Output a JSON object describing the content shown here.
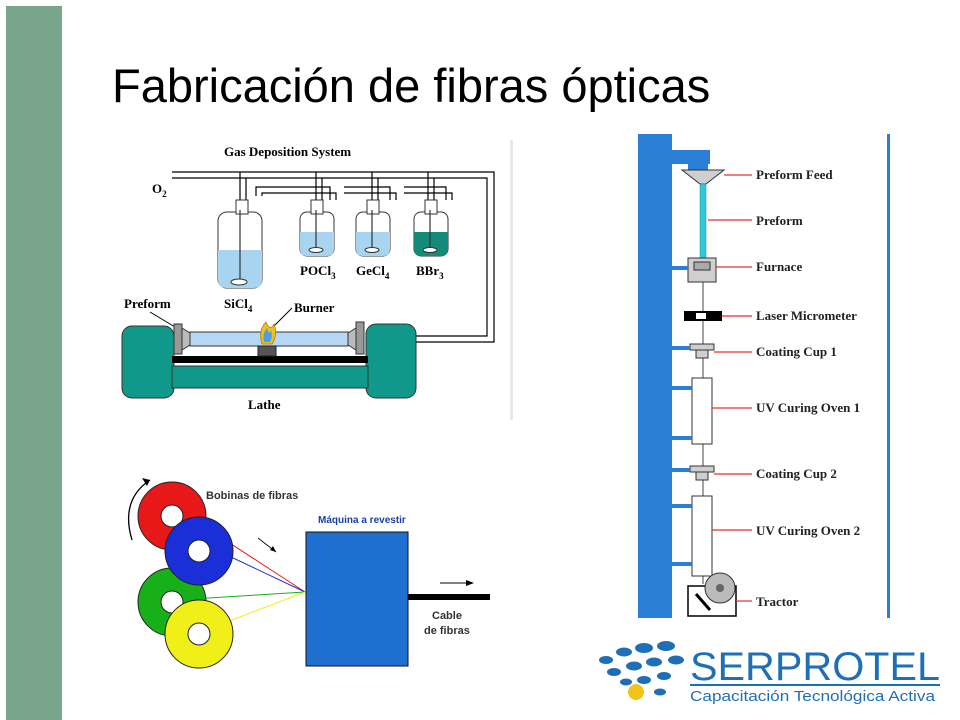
{
  "slide": {
    "title": "Fabricación de fibras ópticas"
  },
  "gas_deposition": {
    "title": "Gas Deposition System",
    "o2": {
      "main": "O",
      "sub": "2"
    },
    "bottles": [
      {
        "main": "SiCl",
        "sub": "4",
        "fill": "#a8d4f0"
      },
      {
        "main": "POCl",
        "sub": "3",
        "fill": "#a8d4f0"
      },
      {
        "main": "GeCl",
        "sub": "4",
        "fill": "#a8d4f0"
      },
      {
        "main": "BBr",
        "sub": "3",
        "fill": "#138a7a"
      }
    ],
    "preform_label": "Preform",
    "burner_label": "Burner",
    "lathe_label": "Lathe",
    "colors": {
      "lathe": "#10988a",
      "tube": "#b6d8f4",
      "rail": "#000000"
    }
  },
  "draw_tower": {
    "labels": [
      "Preform Feed",
      "Preform",
      "Furnace",
      "Laser Micrometer",
      "Coating Cup 1",
      "UV Curing Oven 1",
      "Coating Cup 2",
      "UV Curing Oven 2",
      "Tractor"
    ],
    "colors": {
      "tower": "#2a7fd4",
      "leader": "#e03030"
    }
  },
  "cabling": {
    "spools_label": "Bobinas de fibras",
    "machine_label": "Máquina a revestir",
    "cable_label_line1": "Cable",
    "cable_label_line2": "de fibras",
    "spool_colors": [
      "#e81818",
      "#1a2fd8",
      "#18b018",
      "#f0f018"
    ],
    "machine_color": "#1f6fd0"
  },
  "logo": {
    "name": "SERPROTEL",
    "tagline": "Capacitación Tecnológica Activa",
    "colors": {
      "primary": "#1e6fb8",
      "accent": "#f0c419"
    }
  }
}
